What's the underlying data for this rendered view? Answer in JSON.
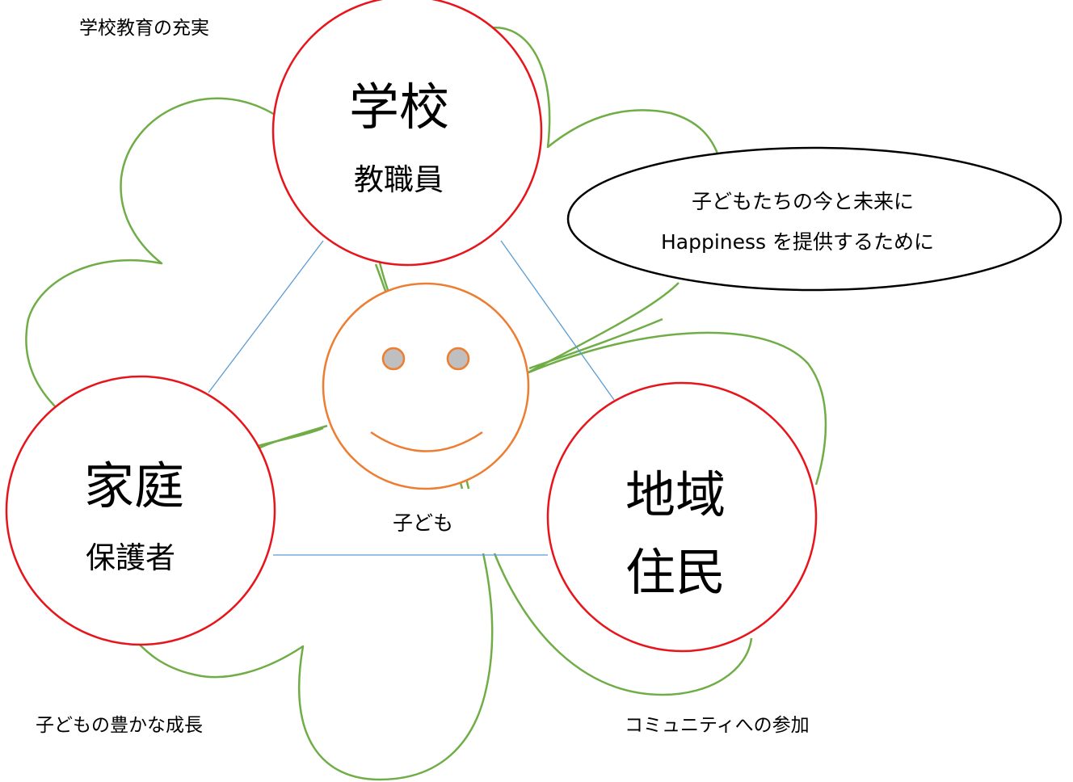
{
  "captions": {
    "top_left": "学校教育の充実",
    "bottom_left": "子どもの豊かな成長",
    "bottom_right": "コミュニティへの参加"
  },
  "school": {
    "title": "学校",
    "subtitle": "教職員"
  },
  "family": {
    "title": "家庭",
    "subtitle": "保護者"
  },
  "community": {
    "line1": "地域",
    "line2": "住民"
  },
  "child": {
    "label": "子ども"
  },
  "bubble": {
    "line1": "子どもたちの今と未来に",
    "line2": "Happiness を提供するために"
  },
  "colors": {
    "circle_stroke": "#e8141b",
    "petal_stroke": "#70ad47",
    "face_stroke": "#ed7d31",
    "eye_fill": "#bfbfbf",
    "connector": "#5b9bd5",
    "bubble_stroke": "#000000"
  }
}
